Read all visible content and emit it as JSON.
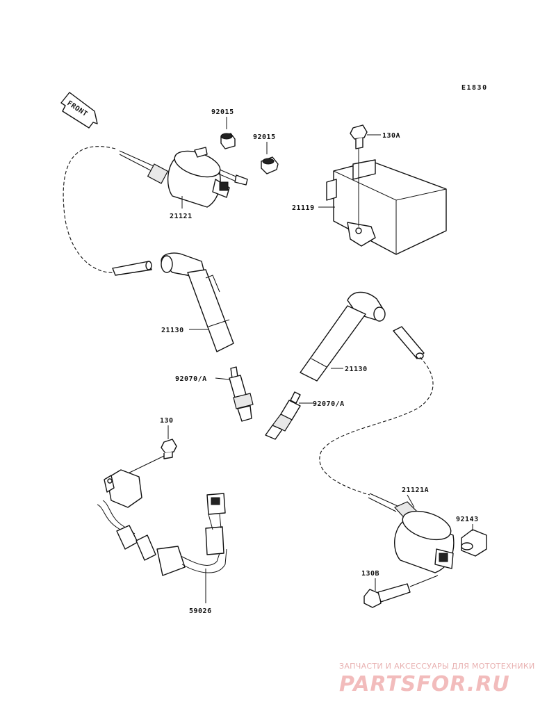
{
  "diagram": {
    "code": "E1830",
    "front_label": "FRONT"
  },
  "parts": {
    "ignition_coil_front": "21121",
    "nut_1": "92015",
    "nut_2": "92015",
    "bolt_130a": "130A",
    "igniter_unit": "21119",
    "cap_front": "21130",
    "cap_rear": "21130",
    "spark_plug_front": "92070/A",
    "spark_plug_rear": "92070/A",
    "bolt_130": "130",
    "wire_harness": "59026",
    "ignition_coil_rear": "21121A",
    "collar": "92143",
    "bolt_130b": "130B"
  },
  "watermark": {
    "line1": "ЗАПЧАСТИ И АКСЕССУАРЫ ДЛЯ МОТОТЕХНИКИ",
    "line2": "PARTSFOR.RU"
  },
  "colors": {
    "line": "#111111",
    "watermark": "#f2bcbc"
  }
}
